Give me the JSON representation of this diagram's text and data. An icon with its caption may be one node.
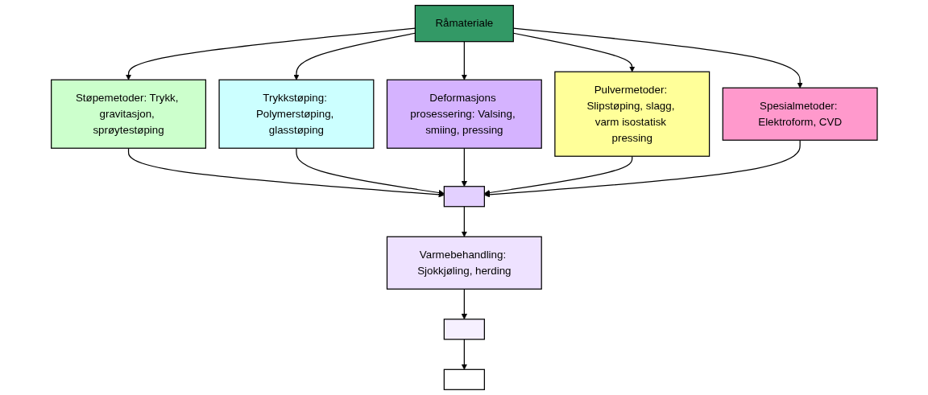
{
  "diagram": {
    "nodes": [
      {
        "text": [
          "Råmateriale"
        ]
      },
      {
        "text": [
          "Støpemetoder: Trykk, gravitasjon, sprøytestøping"
        ]
      },
      {
        "text": [
          "Trykkstøping: Polymerstøping, glasstøping"
        ]
      },
      {
        "text": [
          "Deformasjons prosessering: Valsing, smiing, pressing"
        ]
      },
      {
        "text": [
          "Pulvermetoder: Slipstøping, slagg, varm isostatisk pressing"
        ]
      },
      {
        "text": [
          "Spesialmetoder: Elektroform, CVD"
        ]
      },
      {
        "text": [],
        "shape": "box"
      },
      {
        "text": [
          "Varmebehandling: Sjokkjøling, herding"
        ]
      },
      {
        "text": [],
        "shape": "box"
      },
      {
        "text": [],
        "shape": "box"
      }
    ],
    "edges": [
      {
        "from": 0,
        "to": 1,
        "arrow": "to"
      },
      {
        "from": 0,
        "to": 2,
        "arrow": "to"
      },
      {
        "from": 0,
        "to": 3,
        "arrow": "to"
      },
      {
        "from": 0,
        "to": 4,
        "arrow": "to"
      },
      {
        "from": 0,
        "to": 5,
        "arrow": "to"
      },
      {
        "from": 1,
        "to": 6,
        "arrow": "to"
      },
      {
        "from": 2,
        "to": 6,
        "arrow": "to"
      },
      {
        "from": 3,
        "to": 6,
        "arrow": "to"
      },
      {
        "from": 4,
        "to": 6,
        "arrow": "to"
      },
      {
        "from": 5,
        "to": 6,
        "arrow": "to"
      },
      {
        "from": 6,
        "to": 7,
        "arrow": "to"
      },
      {
        "from": 7,
        "to": 8,
        "arrow": "to"
      },
      {
        "from": 8,
        "to": 9,
        "arrow": "to"
      }
    ]
  }
}
